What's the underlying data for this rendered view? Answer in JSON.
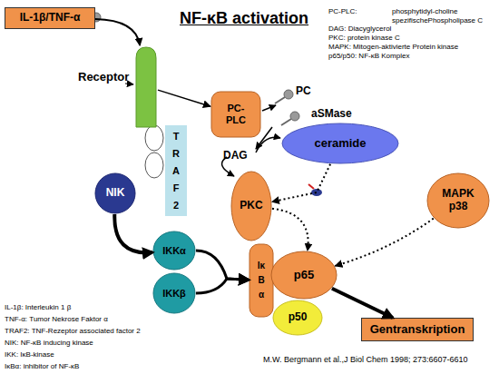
{
  "diagram": {
    "title": "NF-κB activation",
    "nodes": [
      {
        "text": [
          "IL-1β/TNF-α"
        ]
      },
      {
        "text": [
          "Receptor"
        ]
      },
      {
        "text": [
          "PC-PLC"
        ]
      },
      {
        "text": [
          "ceramide"
        ]
      },
      {
        "text": [
          "TRAF2"
        ]
      },
      {
        "text": [
          "NIK"
        ]
      },
      {
        "text": [
          "PKC"
        ]
      },
      {
        "text": [
          "MAPK p38"
        ]
      },
      {
        "text": [
          "IKKα"
        ]
      },
      {
        "text": [
          "IKKβ"
        ]
      },
      {
        "text": [
          "IκBα"
        ]
      },
      {
        "text": [
          "p65"
        ]
      },
      {
        "text": [
          "p50"
        ]
      },
      {
        "text": [
          "Gentranskription"
        ]
      }
    ],
    "edges": [
      {
        "from": 0,
        "to": 1,
        "arrow": "to"
      },
      {
        "from": 1,
        "to": 2,
        "arrow": "to"
      },
      {
        "from": 5,
        "to": 8,
        "arrow": "to"
      },
      {
        "from": 8,
        "to": 10,
        "arrow": "to"
      },
      {
        "from": 9,
        "to": 10,
        "arrow": "to"
      },
      {
        "from": 3,
        "to": 6,
        "arrow": "to"
      },
      {
        "from": 6,
        "to": 11,
        "arrow": "to"
      },
      {
        "from": 7,
        "to": 11,
        "arrow": "to"
      },
      {
        "from": 11,
        "to": 13,
        "arrow": "to"
      }
    ],
    "labels": [
      "PC-PLC:",
      "phosphytidyl-choline spezifischePhospholipase C",
      "DAG: Diacyglycerol",
      "PKC: protein kinase C",
      "MAPK: Mitogen-aktivierte Protein kinase",
      "p65/p50: NF-κB Komplex",
      "PC",
      "aSMase",
      "DAG",
      "IL-1β: Interleukin 1 β",
      "TNF-α: Tumor Nekrose Faktor α",
      "TRAF2: TNF-Rezeptor associated factor 2",
      "NIK: NF-κB inducing kinase",
      "IKK: IκB-kinase",
      "IκBα: inhibitor of NF-κB",
      "M.W. Bergmann et al.,J Biol Chem 1998; 273:6607-6610"
    ]
  }
}
